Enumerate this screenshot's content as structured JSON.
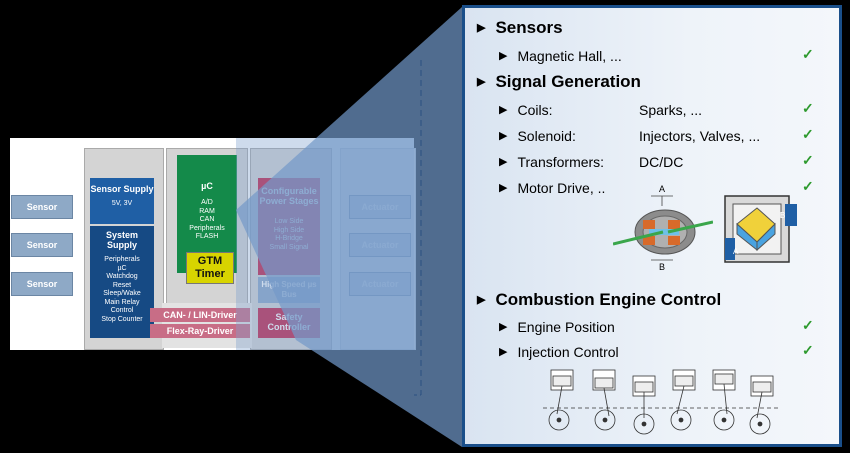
{
  "diagram": {
    "sensors": [
      "Sensor",
      "Sensor",
      "Sensor"
    ],
    "actuators": [
      "Actuator",
      "Actuator",
      "Actuator"
    ],
    "sensor_supply": {
      "title": "Sensor Supply",
      "voltage": "5V, 3V"
    },
    "system_supply": {
      "title": "System Supply",
      "features": [
        "Peripherals",
        "µC",
        "Watchdog",
        "Reset",
        "Sleep/Wake",
        "Main Relay",
        "Control",
        "Stop Counter"
      ]
    },
    "uc": {
      "title": "µC",
      "features": [
        "A/D",
        "RAM",
        "CAN",
        "Peripherals",
        "FLASH"
      ]
    },
    "gtm": {
      "line1": "GTM",
      "line2": "Timer"
    },
    "power_stages": {
      "title": "Configurable Power Stages",
      "features": [
        "Low Side",
        "High Side",
        "H-Bridge",
        "Small Signal"
      ]
    },
    "high_speed_bus": "High Speed µs Bus",
    "can_lin": "CAN- / LIN-Driver",
    "flexray": "Flex-Ray-Driver",
    "safety": "Safety Controller"
  },
  "panel": {
    "sensors": {
      "title": "Sensors",
      "items": [
        {
          "label": "Magnetic Hall, ...",
          "value": ""
        }
      ]
    },
    "signal_generation": {
      "title": "Signal Generation",
      "items": [
        {
          "label": "Coils:",
          "value": "Sparks, ..."
        },
        {
          "label": "Solenoid:",
          "value": "Injectors, Valves, ..."
        },
        {
          "label": "Transformers:",
          "value": "DC/DC"
        },
        {
          "label": "Motor Drive, ..",
          "value": ""
        }
      ]
    },
    "valve_labels": {
      "a": "A",
      "b": "B"
    },
    "combustion": {
      "title": "Combustion Engine Control",
      "items": [
        {
          "label": "Engine Position"
        },
        {
          "label": "Injection Control"
        }
      ]
    },
    "check_symbol": "✓",
    "arrow_symbol": "▶"
  },
  "colors": {
    "panel_border": "#1a4f8a",
    "sensor_supply": "#1f5fa5",
    "system_supply": "#164a84",
    "uc": "#148a4a",
    "gtm": "#d8d400",
    "power_stages": "#c4234a",
    "bus_drivers": "#c86d86",
    "check": "#2e9a2e"
  }
}
